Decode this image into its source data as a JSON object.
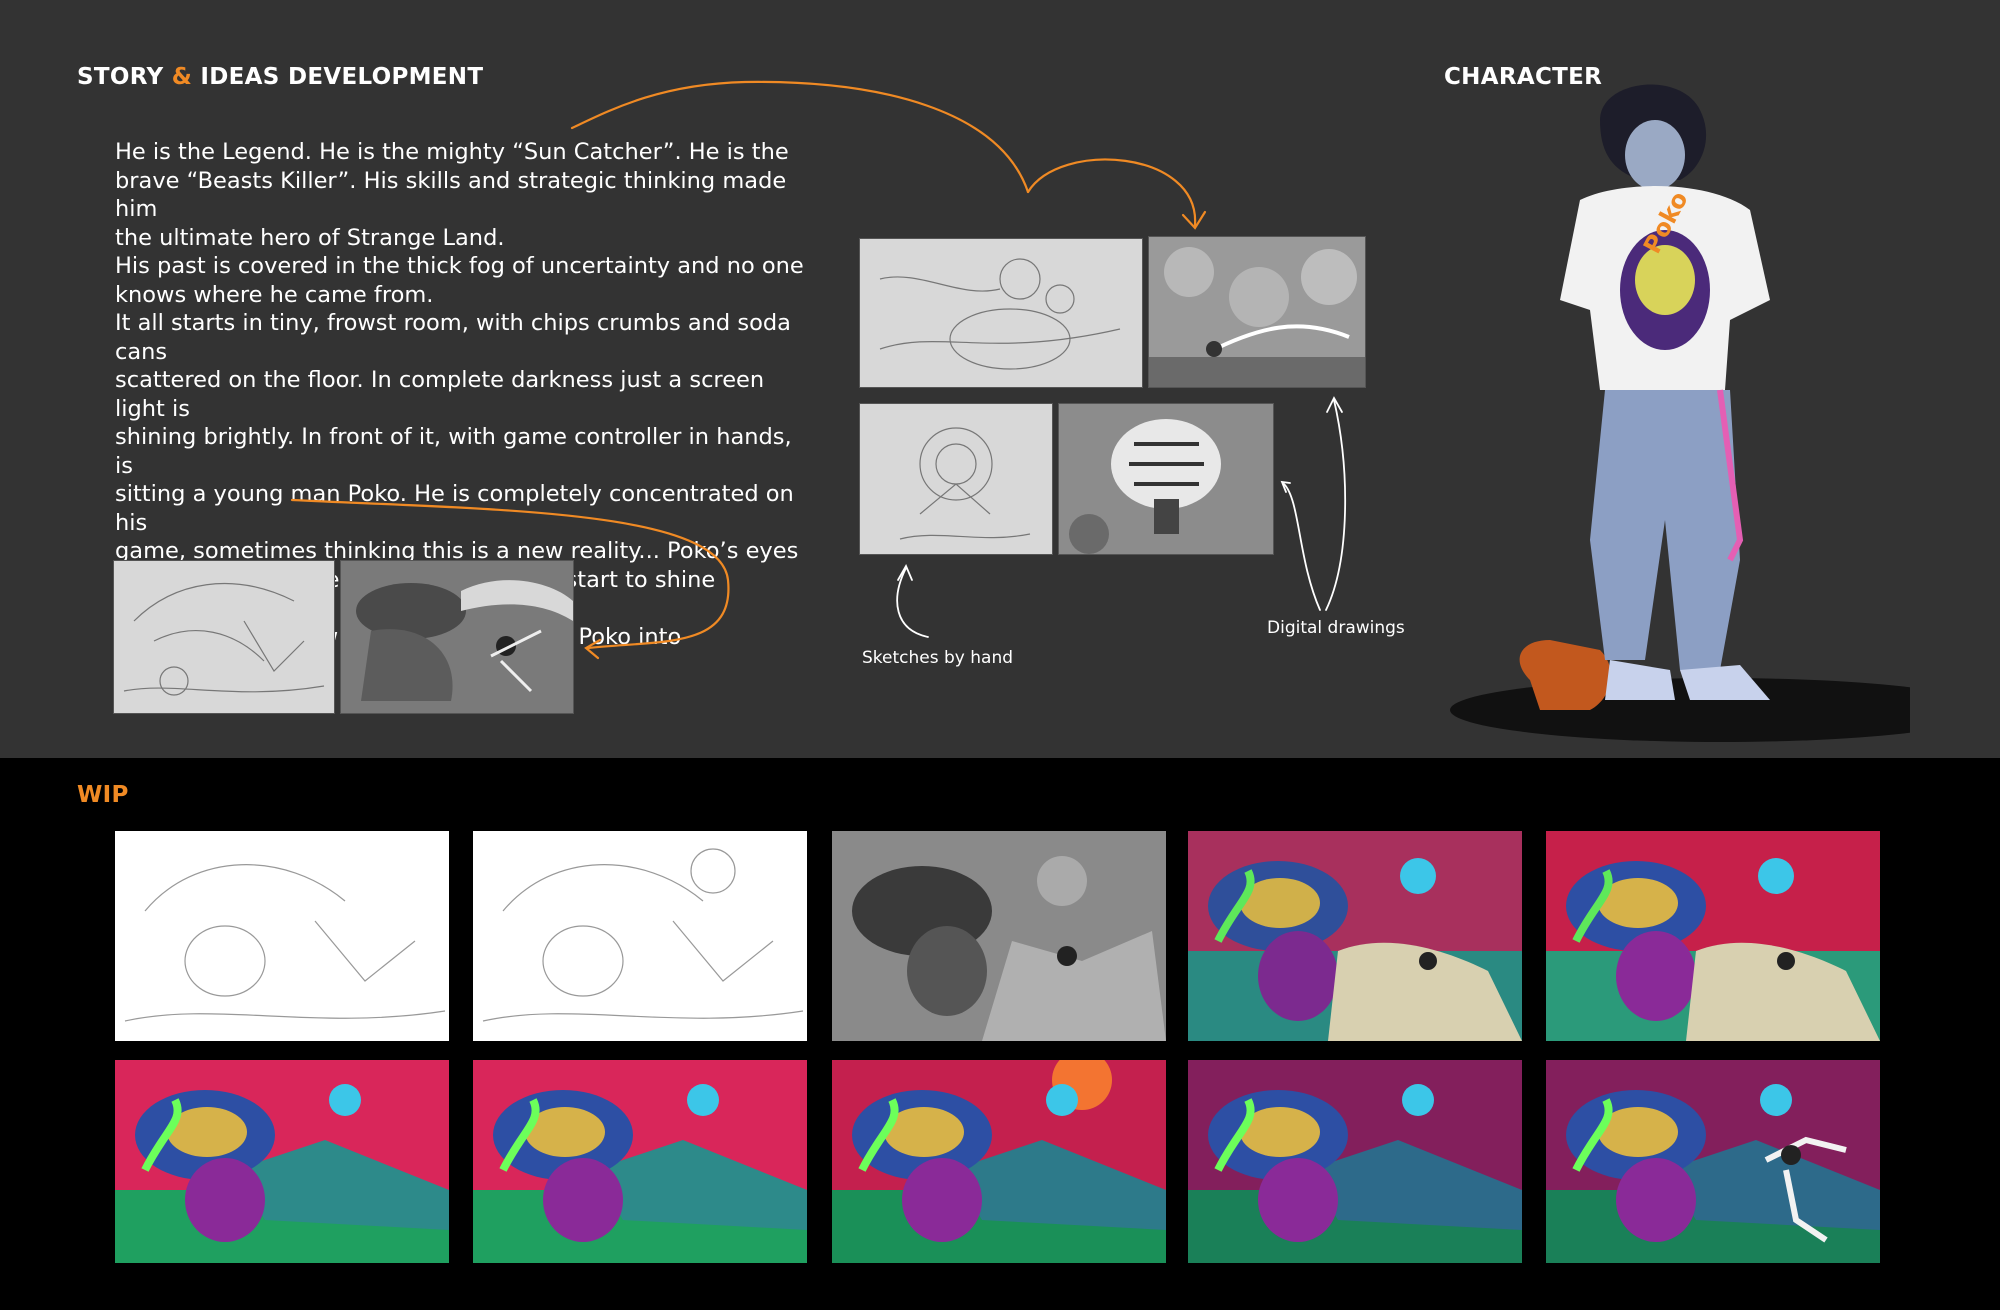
{
  "headings": {
    "story_prefix": "STORY",
    "story_amp": "&",
    "story_suffix": "IDEAS DEVELOPMENT",
    "character": "CHARACTER",
    "wip": "WIP"
  },
  "story_text": "He is the Legend. He is the mighty “Sun Catcher”. He is the\nbrave “Beasts Killer”. His skills and strategic thinking made him\nthe ultimate hero of Strange Land.\nHis past is covered in the thick fog of uncertainty and no one\nknows where he came from.\nIt all starts in tiny, frowst room, with chips crumbs and soda cans\nscattered on the floor. In complete darkness just a screen light is\nshining brightly. In front of it, with game controller in hands, is\nsitting a young man Poko. He is completely concentrated on his\ngame, sometimes thinking this is a new reality... Poko’s eyes\ngetting tired and heavy. Monitor screen start to shine brighter,\nuntil it covers the whole room and sucks Poko into\nthe new world.",
  "captions": {
    "sketches": "Sketches by hand",
    "digital": "Digital drawings"
  },
  "character_name": "Poko",
  "colors": {
    "accent": "#f08a24",
    "top_bg": "#333333",
    "bottom_bg": "#000000"
  }
}
